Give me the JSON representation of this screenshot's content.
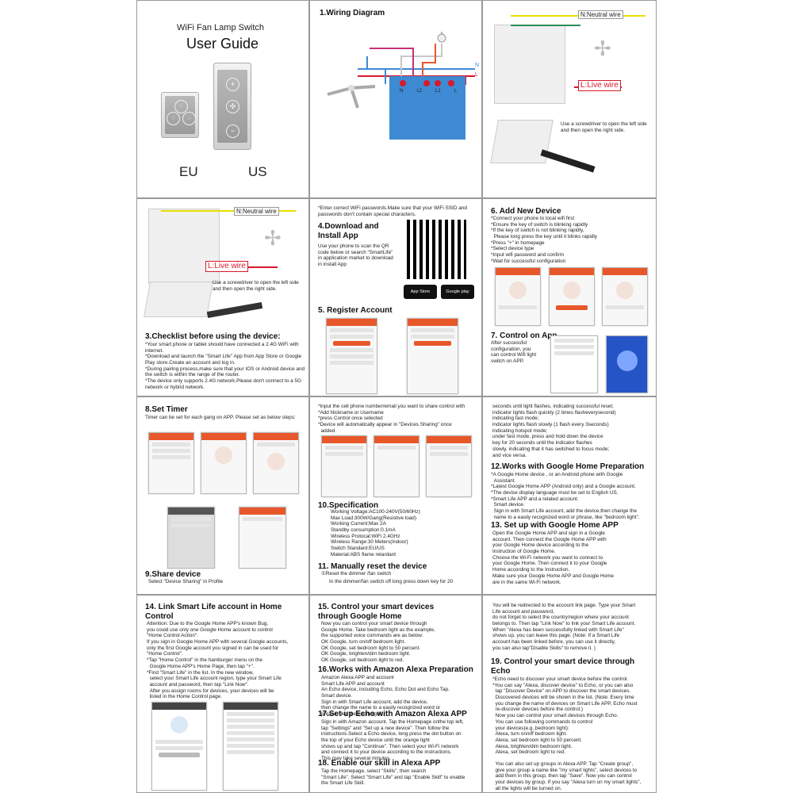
{
  "product": {
    "title": "WiFi Fan Lamp Switch",
    "subtitle": "User Guide",
    "eu": "EU",
    "us": "US"
  },
  "wiring": {
    "title": "1.Wiring Diagram",
    "n": "N",
    "l": "L",
    "terms": [
      "N",
      "L2",
      "L1",
      "L"
    ]
  },
  "wiring_photo": {
    "neutral": "N:Neutral wire",
    "live": "L:Live wire",
    "screwdriver": "Use a screwdriver to open the left side and then open the right side."
  },
  "checklist": {
    "title": "3.Checklist before using the device:",
    "lines": [
      "*Your smart phone or tablet should have connected a 2.4G WiFi with internet.",
      "*Download and launch the \"Smart Life\" App from App Store or Google Play store.Create an account and log in.",
      "*During pairing process,make sure that your IOS or Android device and the switch is within the range of the router.",
      "*The device only supports 2.4G network.Please don't connect to a 5G network or hybrid network."
    ]
  },
  "download": {
    "note": "*Enter correct WiFi passwords.Make sure that your WiFi SSID and passwords don't contain special characters.",
    "title": "4.Download and Install App",
    "desc": "Use your phone to scan the QR code below or search \"SmartLife\" in application market to download in install App",
    "appstore": "App Store",
    "googleplay": "Google play"
  },
  "register": {
    "title": "5. Register Account"
  },
  "add_device": {
    "title": "6. Add New Device",
    "lines": [
      "*Connect your phone to local wifi first",
      "*Ensure the key of switch is blinking rapidly",
      "*If the key of switch is not blinking rapidly,",
      "  Please long press the key until it blinks rapidly",
      "*Press \"+\" in homepage",
      "*Select device type",
      "*Input wifi password and confirm",
      "*Wait for successful configuration"
    ]
  },
  "control": {
    "title": "7. Control on App",
    "desc": "After successful configuration, you can control Wifi light switch on APP."
  },
  "timer": {
    "title": "8.Set Timer",
    "desc": "Timer can be set for each gang on APP. Please set as below steps:"
  },
  "share": {
    "title": "9.Share device",
    "desc": "Select \"Device Sharing\" in Profile"
  },
  "sharing": {
    "lines": [
      "*Input the cell phone number/email you want to share control with",
      "*Add Nickname or Username",
      "*press Control once selected",
      "*Device will automatically appear in \"Devices Sharing\" once",
      "  added"
    ]
  },
  "spec": {
    "title": "10.Specification",
    "lines": [
      "Working Voltage:AC100-240V(50/60Hz)",
      "Max Load:300W/Gang(Resistive load)",
      "Working Current:Max 2A",
      "Standby consumption:0.1mA",
      "Wireless Protocal:WiFi 2.4GHz",
      "Wireless Range:30 Meters(Indoor)",
      "Switch Standard:EU/US",
      "Material:ABS flame retardant"
    ]
  },
  "reset": {
    "title": "11. Manually reset the device",
    "line1": "①Reset the dimmer /fan switch",
    "line2": "In the dimmer/fan switch off long press down key for 20"
  },
  "reset_cont": {
    "lines": [
      "seconds until light flashes, indicating successful reset;",
      "indicator lights flash quickly (2 times flasheverysecond)",
      "indicating fast mode;",
      "indicator lights flash slowly (1 flash every 3seconds)",
      "indicating hotspot mode;",
      "under fast mode, press and hold down the device",
      "key for 20 seconds until the indicator flashes",
      "slowly, indicating that it has switched to focus mode;",
      "and vice versa."
    ]
  },
  "google": {
    "title": "12.Works with Google Home Preparation",
    "lines": [
      "*A Google Home device , or an Android phone with Google",
      "  Assistant.",
      "*Latest Google Home APP (Android only) and a Google account.",
      "*The devise display language must be set to English US.",
      "*Smart Life APP and a related account.",
      "  Smart device.",
      "  Sign in with Smart Life account, add the device,then change the",
      "  name to a easily recognized word or phrase, like \"bedroom light\"."
    ]
  },
  "google_setup": {
    "title": "13. Set up with Google Home APP",
    "lines": [
      "Open the Google Home APP and sign in a Google",
      "account. Then connect the Google Home APP with",
      "your Google Home device according to the",
      "Instruction of Google Home.",
      "Choose the Wi-Fi network you want to connect to",
      "your Google Home. Then connect it to your Google",
      "Home according to the Instruction.",
      "Make sure your Google Home APP and Google Home",
      "are in the same Wi-Fi network."
    ]
  },
  "link": {
    "title": "14. Link Smart Life account in Home Control",
    "lines": [
      "Attention: Due to the Google Home APP's known Bug,",
      "you could use only one Google Home account to control",
      "\"Home Control Action\".",
      "If you sign in Google Home APP with several Google accounts,",
      "only the first Google account you signed in can be used for",
      "\"Home Control\".",
      "*Tap \"Home Control\" in the hamburger menu on the",
      "  Google Home APP's Home Page, then tap \"+\".",
      "*Find \"Smart Life\" in the list. In the new window,",
      "  select your Smart Life account region, type your Smart Life",
      "  account and password, then tap \"Link Now\".",
      "  After you assign rooms for devices, your devices will be",
      "  listed in the Home Control page."
    ]
  },
  "voice": {
    "title": "15. Control your smart devices through Google Home",
    "lines": [
      "Now you can control your smart device through",
      "Google Home. Take bedroom light as the example,",
      "the supported voice commands are as below:",
      "OK Google, turn on/off bedroom light.",
      "OK Google, set bedroom light to 50 percent.",
      "OK Google, brighten/dim bedroom light.",
      "OK Google, set bedroom light to red."
    ]
  },
  "alexa": {
    "title": "16.Works with Amazon Alexa Preparation",
    "lines": [
      "Amazon Alexa APP and account",
      "Smart Life APP and account",
      "An Echo device, including Echo, Echo Dot and Echo Tap.",
      "Smart device.",
      "Sign in with Smart Life account, add the device,",
      "then change the name to a easily recognized word or",
      "phrase, like \"bedroom light\"."
    ]
  },
  "echo": {
    "title": "17.Set up Echo with Amazon Alexa APP",
    "lines": [
      "Sign in with Amazon account. Tap the Homepage onthe top left,",
      "tap \"Settings\" and \"Set up a new device\". Then follow the",
      "instructions.Select a Echo device, long press the dot button on",
      "the top of your Echo device until the orange light",
      "shows up and tap \"Continue\". Then select your Wi-Fi network",
      "and connect it to your device according to the instructions.",
      "This may take several minutes."
    ]
  },
  "skill": {
    "title": "18. Enable our skill in Alexa APP",
    "lines": [
      "Tap the Homepage, select \"Skills\", then search",
      "\"Smart Life\". Select \"Smart Life\" and tap \"Enable Skill\" to enable",
      "the Smart Life Skill."
    ]
  },
  "echo_control": {
    "intro": [
      "You will be redirected to the account link page. Type  your Smart",
      "Life account and password,",
      "do not forget  to select the country/region where your account",
      "belongs to. Then tap \"Link Now\" to link your Smart  Life account.",
      "When \"Alexa has been successfully linked with Smart Life\"",
      "shows up, you can leave this page. (Note: If a Smart Life",
      "account has been linked before, you can use it directly,",
      "you can also tap\"Disable Skills\" to remove it. )"
    ],
    "title": "19. Control your smart device through Echo",
    "lines": [
      "*Echo need to discover your smart device before the control.",
      "*You can say \"Alexa, discover device\" to Echo, or you can also",
      "  tap \"Discover Device\" on APP to discover the smart devices.",
      "  Discovered devices will be shown in the list. (Note: Every time",
      "  you change the name of devices on Smart Life APP, Echo must",
      "  re-discover devices before the control.)",
      "  Now you can control your smart devices through Echo.",
      "  You can use following commands to control",
      "  your devices(e.g.,bedroom light):",
      "  Alexa, turn on/off bedroom light.",
      "  Alexa, set bedroom light to 50 percent.",
      "  Alexa, brighten/dim bedroom light.",
      "  Alexa, set bedroom light to red.",
      "",
      "  You can also set up groups in Alexa APP. Tap \"Create group\",",
      "  give your group a name like \"my smart lights\", select devices to",
      "  add them in this group, then tap \"Save\". Now you can control",
      "  your devices by group. If you say \"Alexa turn on my smart lights\",",
      "  all the lights will be turned on."
    ]
  },
  "colors": {
    "orange": "#e8572a",
    "red": "#d8192d",
    "blue": "#3e8ad3",
    "yellow": "#e7df00"
  }
}
